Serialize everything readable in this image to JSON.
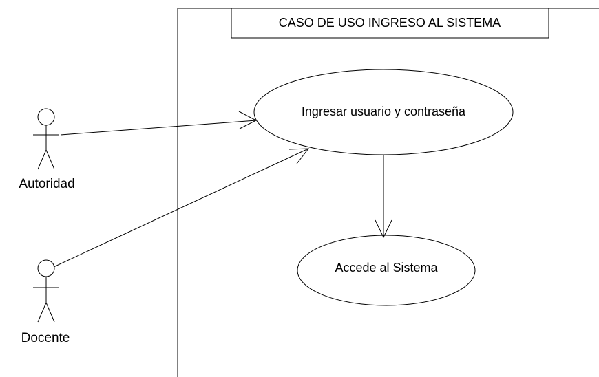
{
  "diagram": {
    "title": "CASO DE USO INGRESO AL SISTEMA",
    "actors": {
      "autoridad": "Autoridad",
      "docente": "Docente"
    },
    "use_cases": {
      "login": "Ingresar usuario y contraseña",
      "access": "Accede al Sistema"
    }
  }
}
